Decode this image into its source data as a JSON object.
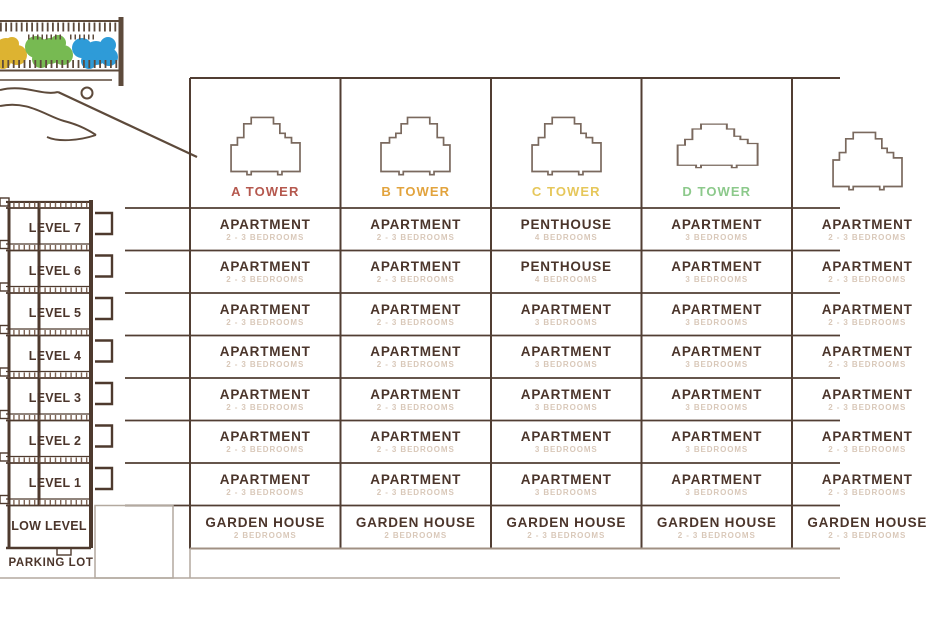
{
  "palette": {
    "line_brown": "#513e33",
    "building_brown": "#4e3a2e",
    "text_dark": "#4b352b",
    "text_muted": "#d9c8b9",
    "gray_line": "#b3a99f",
    "tree_yellow": "#ddb331",
    "tree_green": "#77ba52",
    "tree_blue": "#2e9bd8"
  },
  "section": {
    "levels": [
      "LEVEL 7",
      "LEVEL 6",
      "LEVEL 5",
      "LEVEL 4",
      "LEVEL 3",
      "LEVEL 2",
      "LEVEL 1",
      "LOW LEVEL"
    ],
    "parking": "PARKING LOT"
  },
  "grid": {
    "towers": [
      {
        "label": "A TOWER",
        "color": "#b5584e"
      },
      {
        "label": "B TOWER",
        "color": "#e2a33d"
      },
      {
        "label": "C TOWER",
        "color": "#e6c75b"
      },
      {
        "label": "D TOWER",
        "color": "#8cc98b"
      },
      {
        "label": "",
        "color": "#e6c75b"
      }
    ],
    "rows": [
      {
        "cells": [
          {
            "type": "APARTMENT",
            "beds": "2 - 3 BEDROOMS"
          },
          {
            "type": "APARTMENT",
            "beds": "2 - 3 BEDROOMS"
          },
          {
            "type": "PENTHOUSE",
            "beds": "4 BEDROOMS"
          },
          {
            "type": "APARTMENT",
            "beds": "3 BEDROOMS"
          },
          {
            "type": "APARTMENT",
            "beds": "2 - 3 BEDROOMS"
          }
        ]
      },
      {
        "cells": [
          {
            "type": "APARTMENT",
            "beds": "2 - 3 BEDROOMS"
          },
          {
            "type": "APARTMENT",
            "beds": "2 - 3 BEDROOMS"
          },
          {
            "type": "PENTHOUSE",
            "beds": "4 BEDROOMS"
          },
          {
            "type": "APARTMENT",
            "beds": "3 BEDROOMS"
          },
          {
            "type": "APARTMENT",
            "beds": "2 - 3 BEDROOMS"
          }
        ]
      },
      {
        "cells": [
          {
            "type": "APARTMENT",
            "beds": "2 - 3 BEDROOMS"
          },
          {
            "type": "APARTMENT",
            "beds": "2 - 3 BEDROOMS"
          },
          {
            "type": "APARTMENT",
            "beds": "3 BEDROOMS"
          },
          {
            "type": "APARTMENT",
            "beds": "3 BEDROOMS"
          },
          {
            "type": "APARTMENT",
            "beds": "2 - 3 BEDROOMS"
          }
        ]
      },
      {
        "cells": [
          {
            "type": "APARTMENT",
            "beds": "2 - 3 BEDROOMS"
          },
          {
            "type": "APARTMENT",
            "beds": "2 - 3 BEDROOMS"
          },
          {
            "type": "APARTMENT",
            "beds": "3 BEDROOMS"
          },
          {
            "type": "APARTMENT",
            "beds": "3 BEDROOMS"
          },
          {
            "type": "APARTMENT",
            "beds": "2 - 3 BEDROOMS"
          }
        ]
      },
      {
        "cells": [
          {
            "type": "APARTMENT",
            "beds": "2 - 3 BEDROOMS"
          },
          {
            "type": "APARTMENT",
            "beds": "2 - 3 BEDROOMS"
          },
          {
            "type": "APARTMENT",
            "beds": "3 BEDROOMS"
          },
          {
            "type": "APARTMENT",
            "beds": "3 BEDROOMS"
          },
          {
            "type": "APARTMENT",
            "beds": "2 - 3 BEDROOMS"
          }
        ]
      },
      {
        "cells": [
          {
            "type": "APARTMENT",
            "beds": "2 - 3 BEDROOMS"
          },
          {
            "type": "APARTMENT",
            "beds": "2 - 3 BEDROOMS"
          },
          {
            "type": "APARTMENT",
            "beds": "3 BEDROOMS"
          },
          {
            "type": "APARTMENT",
            "beds": "3 BEDROOMS"
          },
          {
            "type": "APARTMENT",
            "beds": "2 - 3 BEDROOMS"
          }
        ]
      },
      {
        "cells": [
          {
            "type": "APARTMENT",
            "beds": "2 - 3 BEDROOMS"
          },
          {
            "type": "APARTMENT",
            "beds": "2 - 3 BEDROOMS"
          },
          {
            "type": "APARTMENT",
            "beds": "3 BEDROOMS"
          },
          {
            "type": "APARTMENT",
            "beds": "3 BEDROOMS"
          },
          {
            "type": "APARTMENT",
            "beds": "2 - 3 BEDROOMS"
          }
        ]
      },
      {
        "cells": [
          {
            "type": "GARDEN HOUSE",
            "beds": "2 BEDROOMS"
          },
          {
            "type": "GARDEN HOUSE",
            "beds": "2 BEDROOMS"
          },
          {
            "type": "GARDEN HOUSE",
            "beds": "2 - 3 BEDROOMS"
          },
          {
            "type": "GARDEN HOUSE",
            "beds": "2 - 3 BEDROOMS"
          },
          {
            "type": "GARDEN HOUSE",
            "beds": "2 - 3 BEDROOMS"
          }
        ]
      }
    ]
  }
}
